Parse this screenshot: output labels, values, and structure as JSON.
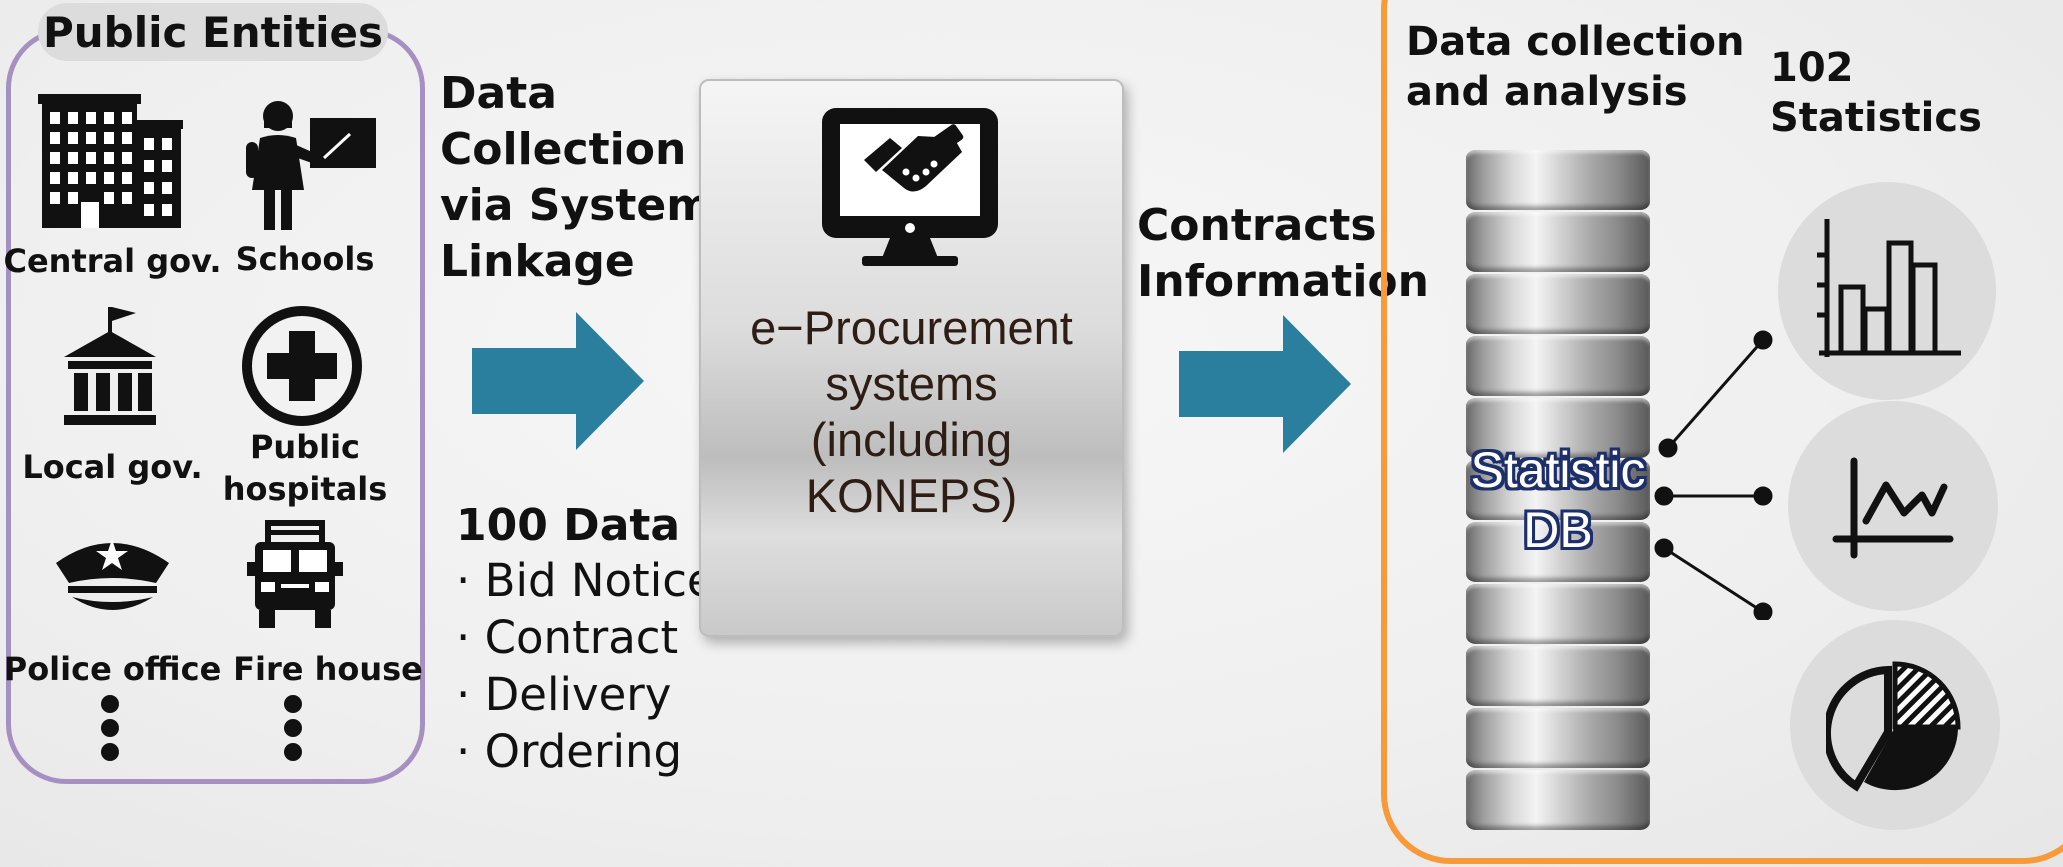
{
  "entities": {
    "title": "Public Entities",
    "items": [
      {
        "label": "Central gov.",
        "icon": "building-icon"
      },
      {
        "label": "Schools",
        "icon": "teacher-icon"
      },
      {
        "label": "Local gov.",
        "icon": "government-icon"
      },
      {
        "label": "Public\nhospitals",
        "icon": "medical-cross-icon"
      },
      {
        "label": "Police office",
        "icon": "police-cap-icon"
      },
      {
        "label": "Fire house",
        "icon": "fire-truck-icon"
      }
    ]
  },
  "collection": {
    "heading_lines": [
      "Data",
      "Collection",
      "via System",
      "Linkage"
    ],
    "data_title": "100 Data",
    "data_items": [
      "· Bid Notice",
      "· Contract",
      "· Delivery",
      "· Ordering"
    ]
  },
  "procurement": {
    "lines": [
      "e−Procurement",
      "systems",
      "(including",
      "KONEPS)"
    ]
  },
  "contracts": {
    "lines": [
      "Contracts",
      "Information"
    ]
  },
  "analysis": {
    "heading_lines": [
      "Data collection",
      "and analysis"
    ],
    "stats_title": "102 Statistics",
    "db_lines": [
      "Statistic",
      "DB"
    ],
    "stat_icons": [
      "bar-chart-icon",
      "line-chart-icon",
      "pie-chart-icon"
    ]
  },
  "colors": {
    "arrow": "#2b7f9e",
    "entities_border": "#a690c2",
    "analysis_border": "#f79a3a",
    "db_text_outline": "#1d2f6a"
  }
}
